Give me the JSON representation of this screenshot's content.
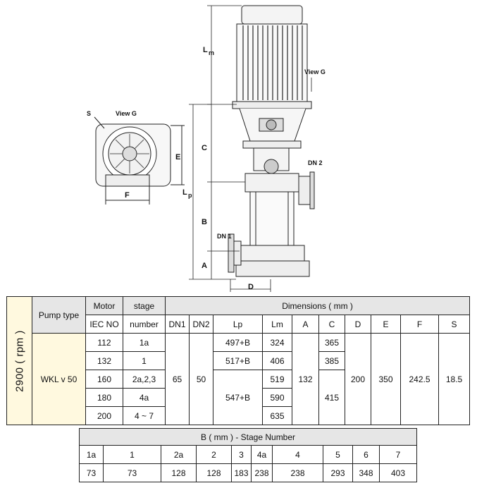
{
  "drawing": {
    "labels": {
      "lm": "L",
      "lm_sub": "m",
      "lp": "L",
      "lp_sub": "p",
      "view_g_side": "View G",
      "view_g_top": "View G",
      "s": "S",
      "e": "E",
      "f": "F",
      "c": "C",
      "b": "B",
      "a": "A",
      "d": "D",
      "dn1": "DN 1",
      "dn2": "DN 2"
    }
  },
  "table": {
    "rpm_label": "2900 ( rpm )",
    "pump_type_header": "Pump type",
    "motor_header": "Motor",
    "stage_header": "stage",
    "dimensions_header": "Dimensions ( mm )",
    "iec_no_header": "IEC NO",
    "number_header": "number",
    "col_headers": [
      "DN1",
      "DN2",
      "Lp",
      "Lm",
      "A",
      "C",
      "D",
      "E",
      "F",
      "S"
    ],
    "pump_type": "WKL v 50",
    "iec": [
      "112",
      "132",
      "160",
      "180",
      "200"
    ],
    "stage": [
      "1a",
      "1",
      "2a,2,3",
      "4a",
      "4 ~ 7"
    ],
    "dn1": "65",
    "dn2": "50",
    "lp": [
      "497+B",
      "517+B",
      "547+B"
    ],
    "lm": [
      "324",
      "406",
      "519",
      "590",
      "635"
    ],
    "a": "132",
    "c": [
      "365",
      "385",
      "415"
    ],
    "d": "200",
    "e": "350",
    "f": "242.5",
    "s": "18.5"
  },
  "b_table": {
    "title": "B ( mm )  - Stage Number",
    "stages": [
      "1a",
      "1",
      "2a",
      "2",
      "3",
      "4a",
      "4",
      "5",
      "6",
      "7"
    ],
    "values": [
      "73",
      "73",
      "128",
      "128",
      "183",
      "238",
      "238",
      "293",
      "348",
      "403"
    ]
  }
}
